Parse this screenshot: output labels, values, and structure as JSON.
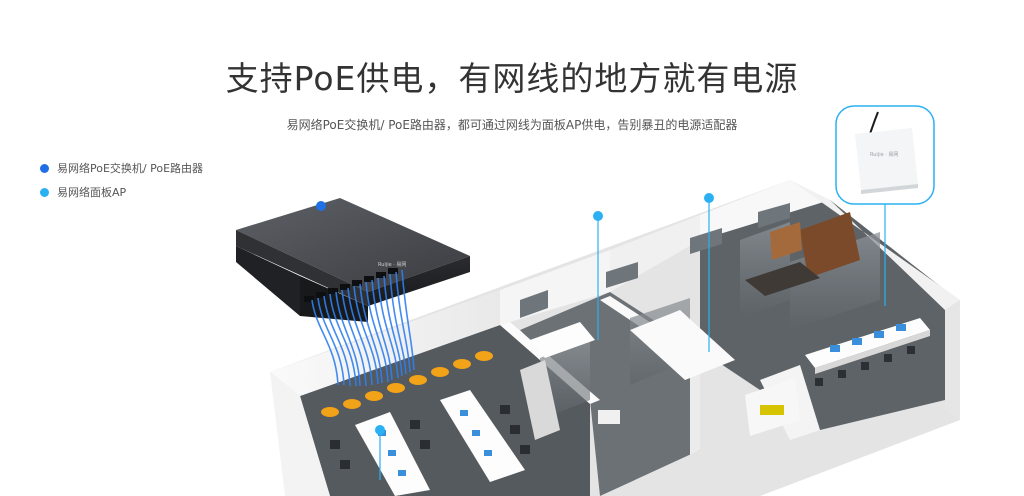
{
  "header": {
    "title": "支持PoE供电，有网线的地方就有电源",
    "subtitle": "易网络PoE交换机/ PoE路由器，都可通过网线为面板AP供电，告别暴丑的电源适配器"
  },
  "legend": {
    "items": [
      {
        "label": "易网络PoE交换机/ PoE路由器",
        "color": "#1f6fe5"
      },
      {
        "label": "易网络面板AP",
        "color": "#2ab0f3"
      }
    ]
  },
  "device": {
    "switch_brand": "Ruijie · 易网",
    "ap_brand": "Ruijie · 易网"
  },
  "colors": {
    "pin_switch": "#1f6fe5",
    "pin_ap": "#2ab0f3",
    "cable": "#2f7fef"
  }
}
